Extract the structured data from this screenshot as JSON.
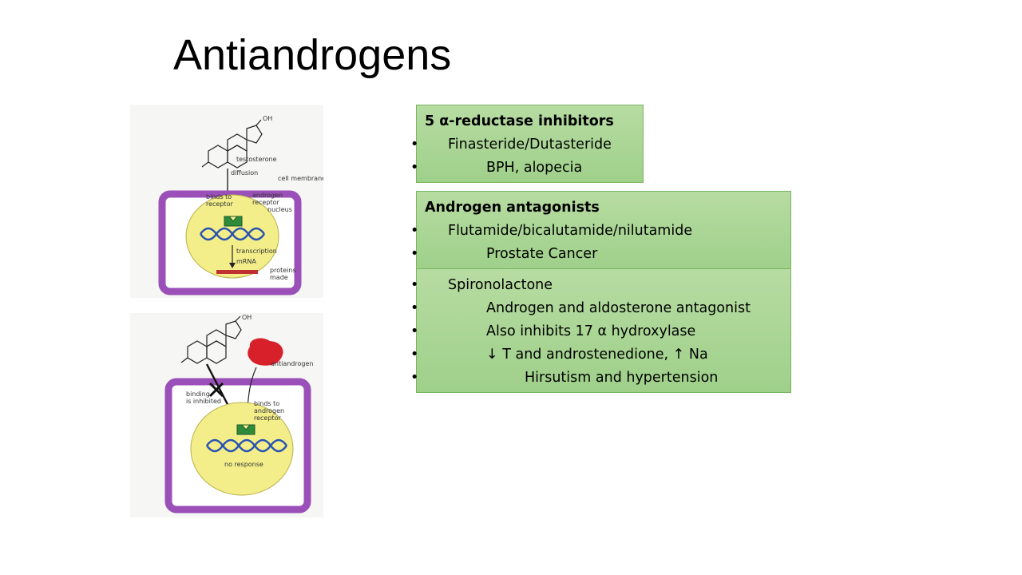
{
  "slide": {
    "title": "Antiandrogens"
  },
  "box_reductase": {
    "heading": "5 α-reductase inhibitors",
    "items": [
      {
        "level": 1,
        "text": "Finasteride/Dutasteride"
      },
      {
        "level": 2,
        "text": "BPH, alopecia"
      }
    ]
  },
  "box_antagonists": {
    "heading": "Androgen antagonists",
    "items": [
      {
        "level": 1,
        "text": "Flutamide/bicalutamide/nilutamide"
      },
      {
        "level": 2,
        "text": "Prostate Cancer"
      }
    ]
  },
  "box_spironolactone": {
    "items": [
      {
        "level": 1,
        "text": "Spironolactone"
      },
      {
        "level": 2,
        "text": "Androgen and aldosterone antagonist"
      },
      {
        "level": 2,
        "text": "Also inhibits 17 α hydroxylase"
      },
      {
        "level": 2,
        "text": "↓ T and androstenedione, ↑ Na"
      },
      {
        "level": 3,
        "text": "Hirsutism and hypertension"
      }
    ]
  },
  "drawing_top": {
    "labels": {
      "oh": "OH",
      "testosterone": "testosterone",
      "diffusion": "diffusion",
      "cell_membrane": "cell membrane",
      "binds_to": "binds to",
      "receptor": "receptor",
      "androgen": "androgen",
      "receptor2": "receptor",
      "nucleus": "nucleus",
      "transcription": "transcription",
      "mrna": "mRNA",
      "proteins": "proteins",
      "made": "made"
    }
  },
  "drawing_bottom": {
    "labels": {
      "oh": "OH",
      "antiandrogen": "antiandrogen",
      "binding": "binding",
      "is_inhibited": "is inhibited",
      "binds_to": "binds to",
      "androgen": "androgen",
      "receptor": "receptor",
      "no_response": "no response"
    }
  },
  "colors": {
    "box_fill": "#a9d596",
    "box_border": "#7ab55f",
    "membrane": "#9a50b8",
    "nucleus": "#f3ee8a",
    "dna": "#2a52b0",
    "receptor": "#2e8b3a",
    "antiandrogen": "#d8202a"
  }
}
